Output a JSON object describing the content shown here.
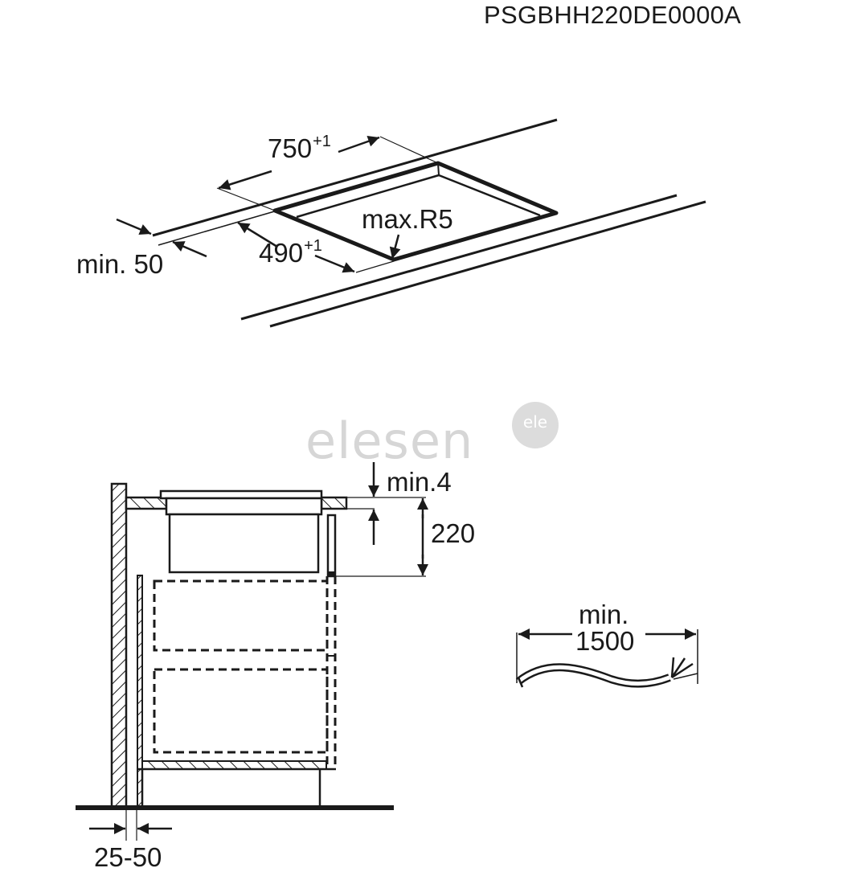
{
  "header": {
    "model_number": "PSGBHH220DE0000A"
  },
  "top_view": {
    "cutout_width": {
      "value": "750",
      "tolerance": "+1"
    },
    "cutout_depth": {
      "value": "490",
      "tolerance": "+1"
    },
    "corner_radius": "max.R5",
    "edge_distance": "min. 50"
  },
  "watermark": {
    "text": "elesen",
    "badge": "ele",
    "color": "#d6d6d6"
  },
  "side_view": {
    "gap_above": "min.4",
    "depth_below_worktop": "220",
    "wall_distance": "25-50"
  },
  "cable": {
    "label_line1": "min.",
    "label_line2": "1500"
  },
  "colors": {
    "line": "#1a1a1a",
    "background": "#ffffff"
  }
}
